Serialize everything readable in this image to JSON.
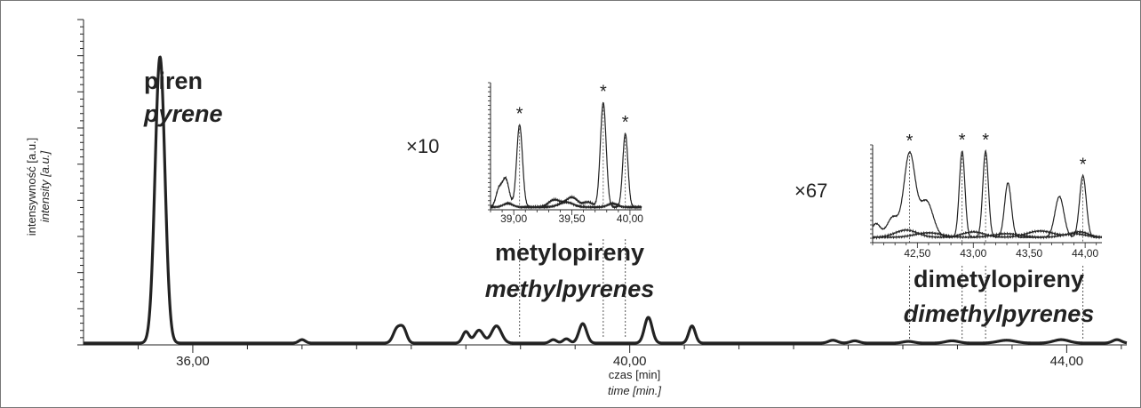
{
  "chart_data": {
    "type": "line",
    "xlabel": "czas [min]",
    "xlabel_en": "time [min.]",
    "ylabel": "intensywność [a.u.]",
    "ylabel_en": "intensity [a.u.]",
    "xlim": [
      35.0,
      44.55
    ],
    "x_ticks": [
      "36,00",
      "40,00",
      "44,00"
    ],
    "x_tick_values": [
      36.0,
      40.0,
      44.0
    ],
    "series": [
      {
        "peaks": [
          {
            "x": 35.7,
            "y": 1.0,
            "w": 0.045
          },
          {
            "x": 37.0,
            "y": 0.012,
            "w": 0.03
          },
          {
            "x": 37.87,
            "y": 0.05,
            "w": 0.035
          },
          {
            "x": 37.93,
            "y": 0.045,
            "w": 0.03
          },
          {
            "x": 38.5,
            "y": 0.04,
            "w": 0.03
          },
          {
            "x": 38.62,
            "y": 0.045,
            "w": 0.04
          },
          {
            "x": 38.78,
            "y": 0.06,
            "w": 0.045
          },
          {
            "x": 39.3,
            "y": 0.012,
            "w": 0.03
          },
          {
            "x": 39.42,
            "y": 0.015,
            "w": 0.03
          },
          {
            "x": 39.57,
            "y": 0.068,
            "w": 0.035
          },
          {
            "x": 40.17,
            "y": 0.09,
            "w": 0.035
          },
          {
            "x": 40.57,
            "y": 0.06,
            "w": 0.03
          },
          {
            "x": 41.86,
            "y": 0.01,
            "w": 0.04
          },
          {
            "x": 42.06,
            "y": 0.008,
            "w": 0.04
          },
          {
            "x": 42.55,
            "y": 0.006,
            "w": 0.05
          },
          {
            "x": 42.95,
            "y": 0.008,
            "w": 0.06
          },
          {
            "x": 43.45,
            "y": 0.01,
            "w": 0.08
          },
          {
            "x": 43.95,
            "y": 0.012,
            "w": 0.07
          },
          {
            "x": 44.46,
            "y": 0.012,
            "w": 0.04
          },
          {
            "x": 44.74,
            "y": 0.008,
            "w": 0.04
          }
        ]
      }
    ],
    "labels": {
      "pyrene_pl": "piren",
      "pyrene_en": "pyrene",
      "methyl_pl": "metylopireny",
      "methyl_en": "methylpyrenes",
      "dimethyl_pl": "dimetylopireny",
      "dimethyl_en": "dimethylpyrenes"
    },
    "insets": [
      {
        "multiplier": "×10",
        "xlim": [
          38.8,
          40.1
        ],
        "x_ticks": [
          "39,00",
          "39,50",
          "40,00"
        ],
        "x_tick_values": [
          39.0,
          39.5,
          40.0
        ],
        "starred_x": [
          39.05,
          39.77,
          39.96
        ],
        "series": [
          {
            "peaks": [
              {
                "x": 38.87,
                "y": 0.13,
                "w": 0.025
              },
              {
                "x": 38.93,
                "y": 0.23,
                "w": 0.03
              },
              {
                "x": 39.05,
                "y": 0.67,
                "w": 0.025
              },
              {
                "x": 39.35,
                "y": 0.06,
                "w": 0.05
              },
              {
                "x": 39.5,
                "y": 0.08,
                "w": 0.05
              },
              {
                "x": 39.64,
                "y": 0.04,
                "w": 0.04
              },
              {
                "x": 39.77,
                "y": 0.85,
                "w": 0.025
              },
              {
                "x": 39.96,
                "y": 0.6,
                "w": 0.022
              }
            ]
          },
          {
            "peaks": [
              {
                "x": 38.95,
                "y": 0.03,
                "w": 0.04
              },
              {
                "x": 39.45,
                "y": 0.04,
                "w": 0.06
              },
              {
                "x": 39.85,
                "y": 0.03,
                "w": 0.04
              }
            ]
          }
        ]
      },
      {
        "multiplier": "×67",
        "xlim": [
          42.1,
          44.15
        ],
        "x_ticks": [
          "42,50",
          "43,00",
          "43,50",
          "44,00"
        ],
        "x_tick_values": [
          42.5,
          43.0,
          43.5,
          44.0
        ],
        "starred_x": [
          42.43,
          42.9,
          43.11,
          43.98
        ],
        "series": [
          {
            "peaks": [
              {
                "x": 42.13,
                "y": 0.15,
                "w": 0.04
              },
              {
                "x": 42.28,
                "y": 0.22,
                "w": 0.05
              },
              {
                "x": 42.43,
                "y": 0.92,
                "w": 0.05
              },
              {
                "x": 42.58,
                "y": 0.4,
                "w": 0.06
              },
              {
                "x": 42.9,
                "y": 0.95,
                "w": 0.025
              },
              {
                "x": 43.11,
                "y": 0.95,
                "w": 0.025
              },
              {
                "x": 43.31,
                "y": 0.6,
                "w": 0.03
              },
              {
                "x": 43.77,
                "y": 0.45,
                "w": 0.04
              },
              {
                "x": 43.98,
                "y": 0.68,
                "w": 0.03
              }
            ]
          },
          {
            "peaks": [
              {
                "x": 42.4,
                "y": 0.08,
                "w": 0.1
              },
              {
                "x": 43.0,
                "y": 0.06,
                "w": 0.1
              },
              {
                "x": 43.6,
                "y": 0.07,
                "w": 0.12
              },
              {
                "x": 43.95,
                "y": 0.06,
                "w": 0.08
              }
            ]
          },
          {
            "peaks": [
              {
                "x": 42.6,
                "y": 0.05,
                "w": 0.12
              },
              {
                "x": 43.3,
                "y": 0.04,
                "w": 0.12
              },
              {
                "x": 43.9,
                "y": 0.04,
                "w": 0.1
              }
            ]
          }
        ]
      }
    ]
  }
}
